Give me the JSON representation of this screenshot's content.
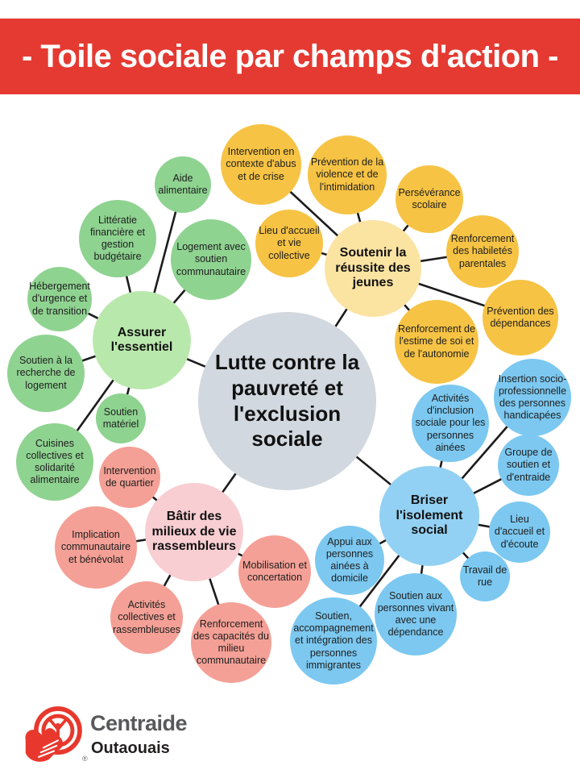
{
  "banner": {
    "title": "- Toile sociale par champs d'action -"
  },
  "center": {
    "label": "Lutte contre la pauvreté et l'exclusion sociale"
  },
  "clusters": [
    {
      "id": "assurer-essentiel",
      "hub_label": "Assurer l'essentiel",
      "hub_color": "#b9e8ac",
      "sat_color": "#8fd391",
      "satellites": [
        "Aide alimentaire",
        "Littératie financière et gestion budgétaire",
        "Logement avec soutien communautaire",
        "Hébergement d'urgence et de transition",
        "Soutien à la recherche de logement",
        "Soutien matériel",
        "Cuisines collectives et solidarité alimentaire"
      ]
    },
    {
      "id": "reussite-jeunes",
      "hub_label": "Soutenir la réussite des jeunes",
      "hub_color": "#fbe3a2",
      "sat_color": "#f6c344",
      "satellites": [
        "Intervention en contexte d'abus et de crise",
        "Prévention de la violence et de l'intimidation",
        "Lieu d'accueil et vie collective",
        "Persévérance scolaire",
        "Renforcement des habiletés parentales",
        "Prévention des dépendances",
        "Renforcement de l'estime de soi et de l'autonomie"
      ]
    },
    {
      "id": "milieux-de-vie",
      "hub_label": "Bâtir des milieux de vie rassembleurs",
      "hub_color": "#f8ced2",
      "sat_color": "#f4a096",
      "satellites": [
        "Intervention de quartier",
        "Implication communautaire et bénévolat",
        "Activités collectives et rassembleuses",
        "Renforcement des capacités du milieu communautaire",
        "Mobilisation et concertation"
      ]
    },
    {
      "id": "isolement-social",
      "hub_label": "Briser l'isolement social",
      "hub_color": "#92d1f3",
      "sat_color": "#7cc8f0",
      "satellites": [
        "Activités d'inclusion sociale pour les personnes ainées",
        "Insertion socio-professionnelle des personnes handicapées",
        "Groupe de soutien et d'entraide",
        "Lieu d'accueil et d'écoute",
        "Travail de rue",
        "Soutien aux personnes vivant avec une dépendance",
        "Appui aux personnes ainées à domicile",
        "Soutien, accompagnement et intégration des personnes immigrantes"
      ]
    }
  ],
  "footer": {
    "org_name": "Centraide",
    "region": "Outaouais",
    "registered_mark": "®"
  },
  "colors": {
    "banner_red": "#e43a32",
    "center_gray": "#d2d8df",
    "line": "#1c1c1c",
    "logo_red": "#e8382d"
  }
}
